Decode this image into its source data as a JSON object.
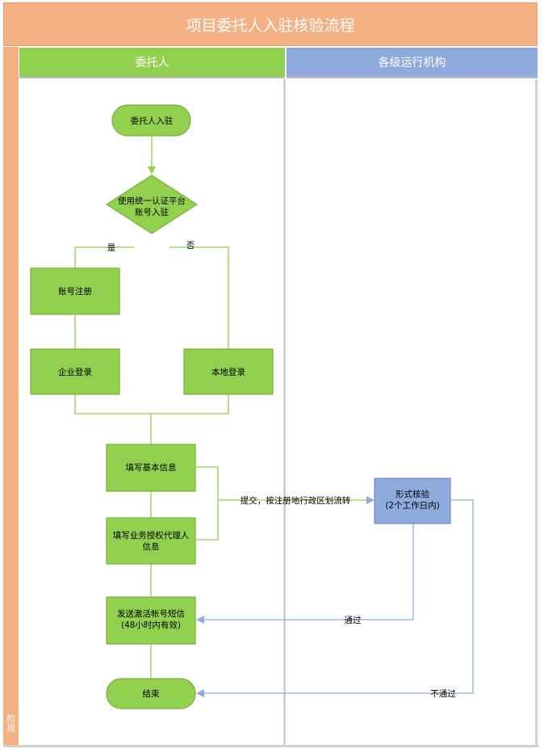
{
  "title": "项目委托人入驻核验流程",
  "stage_label": "阶段",
  "lanes": {
    "left": "委托人",
    "right": "各级运行机构"
  },
  "nodes": {
    "start": "委托人入驻",
    "decision_line1": "使用统一认证平台",
    "decision_line2": "账号入驻",
    "register": "账号注册",
    "enterprise_login": "企业登录",
    "local_login": "本地登录",
    "fill_basic": "填写基本信息",
    "fill_agent_line1": "填写业务授权代理人",
    "fill_agent_line2": "信息",
    "send_sms_line1": "发送激活帐号短信",
    "send_sms_line2": "(48小时内有效)",
    "end": "结束",
    "verify_line1": "形式核验",
    "verify_line2": "(2个工作日内)"
  },
  "edges": {
    "yes": "是",
    "no": "否",
    "submit": "提交，按注册地行政区划流转",
    "pass": "通过",
    "fail": "不通过"
  },
  "colors": {
    "title": "#f4b183",
    "green_fill": "#92d050",
    "green_stroke": "#7bb03c",
    "blue_fill": "#8faadc",
    "blue_stroke": "#6f8fc7",
    "green_line": "#92d050",
    "blue_line": "#8faadc"
  }
}
